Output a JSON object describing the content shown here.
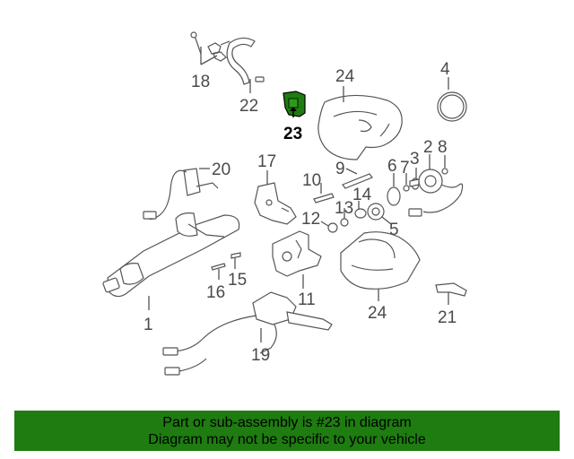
{
  "diagram": {
    "highlighted_part": "23",
    "highlight_color": "#1e7c10",
    "callouts": {
      "c1": "1",
      "c2": "2",
      "c3": "3",
      "c4": "4",
      "c5": "5",
      "c6": "6",
      "c7": "7",
      "c8": "8",
      "c9": "9",
      "c10": "10",
      "c11": "11",
      "c12": "12",
      "c13": "13",
      "c14": "14",
      "c15": "15",
      "c16": "16",
      "c17": "17",
      "c18": "18",
      "c19": "19",
      "c20": "20",
      "c21": "21",
      "c22": "22",
      "c23": "23",
      "c24a": "24",
      "c24b": "24"
    }
  },
  "banner": {
    "line1": "Part or sub-assembly is #23 in diagram",
    "line2": "Diagram may not be specific to your vehicle",
    "background": "#1e7c10"
  }
}
